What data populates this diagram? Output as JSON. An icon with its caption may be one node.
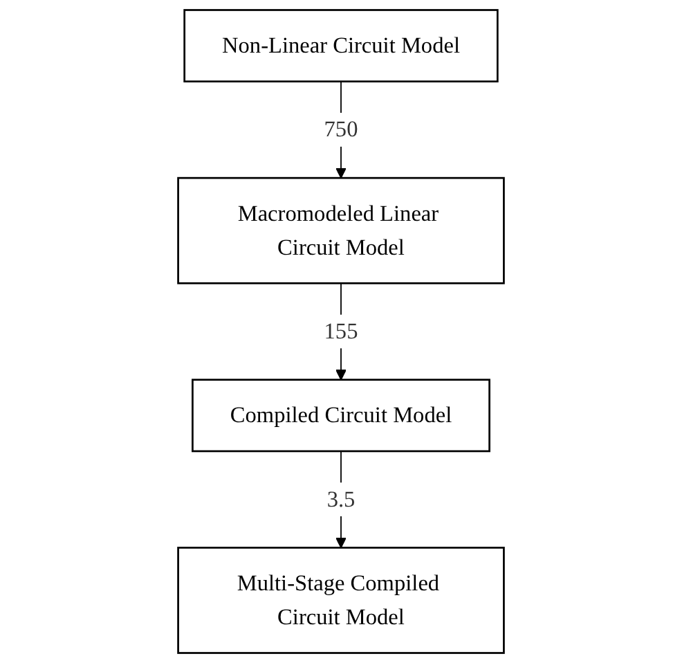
{
  "diagram": {
    "nodes": [
      {
        "text": [
          "Non-Linear Circuit Model"
        ]
      },
      {
        "text": [
          "Macromodeled Linear Circuit Model"
        ]
      },
      {
        "text": [
          "Compiled Circuit Model"
        ]
      },
      {
        "text": [
          "Multi-Stage Compiled Circuit Model"
        ]
      }
    ],
    "edges": [
      {
        "from": 0,
        "to": 1,
        "arrow": "to",
        "label": "750"
      },
      {
        "from": 1,
        "to": 2,
        "arrow": "to",
        "label": "155"
      },
      {
        "from": 2,
        "to": 3,
        "arrow": "to",
        "label": "3.5"
      }
    ]
  }
}
